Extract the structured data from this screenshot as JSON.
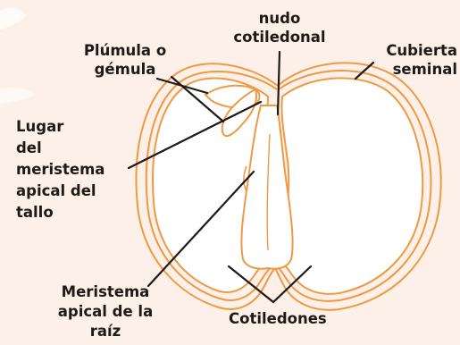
{
  "diagram": {
    "colors": {
      "background": "#fdf0e8",
      "outline": "#ee9a45",
      "leader": "#1f1a17",
      "fill": "#ffffff"
    },
    "labels": {
      "nudo_line1": "nudo",
      "nudo_line2": "cotiledonal",
      "plumula_line1": "Plúmula o",
      "plumula_line2": "gémula",
      "cubierta_line1": "Cubierta",
      "cubierta_line2": "seminal",
      "lugar_line1": "Lugar",
      "lugar_line2": "del",
      "lugar_line3": "meristema",
      "lugar_line4": "apical del",
      "lugar_line5": "tallo",
      "raiz_line1": "Meristema",
      "raiz_line2": "apical de la",
      "raiz_line3": "raíz",
      "cotiledones": "Cotiledones"
    }
  }
}
